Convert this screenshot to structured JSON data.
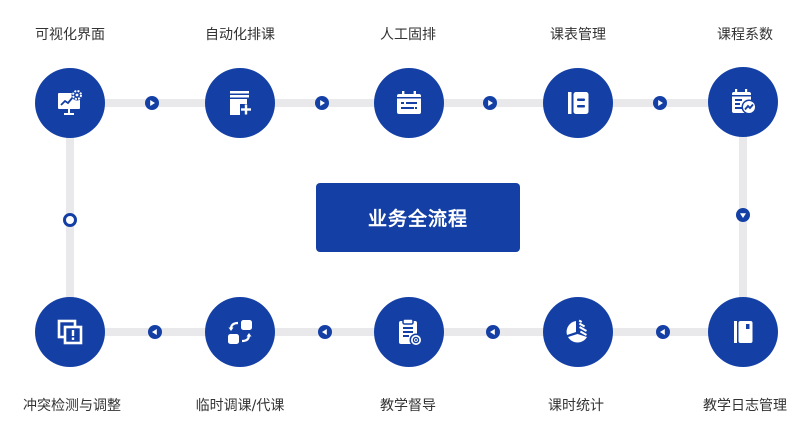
{
  "diagram": {
    "title": "业务全流程",
    "accent_color": "#1440a6",
    "track_color": "#e9e9ec",
    "label_color": "#333333",
    "top_row": [
      {
        "label": "可视化界面",
        "icon": "monitor-chart-gear-icon"
      },
      {
        "label": "自动化排课",
        "icon": "calendar-add-icon"
      },
      {
        "label": "人工固排",
        "icon": "calendar-list-icon"
      },
      {
        "label": "课表管理",
        "icon": "schedule-book-icon"
      },
      {
        "label": "课程系数",
        "icon": "calendar-trend-icon"
      }
    ],
    "bottom_row": [
      {
        "label": "冲突检测与调整",
        "icon": "overlap-alert-icon"
      },
      {
        "label": "临时调课/代课",
        "icon": "swap-blocks-icon"
      },
      {
        "label": "教学督导",
        "icon": "clipboard-eye-icon"
      },
      {
        "label": "课时统计",
        "icon": "pie-chart-icon"
      },
      {
        "label": "教学日志管理",
        "icon": "notebook-icon"
      }
    ],
    "flow": [
      "可视化界面",
      "自动化排课",
      "人工固排",
      "课表管理",
      "课程系数",
      "教学日志管理",
      "课时统计",
      "教学督导",
      "临时调课/代课",
      "冲突检测与调整"
    ]
  }
}
